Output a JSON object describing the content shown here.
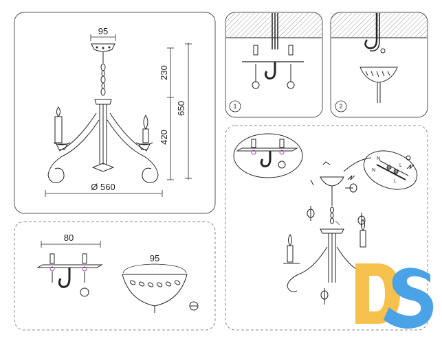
{
  "dimensions": {
    "main_top_width": "95",
    "upper_height": "230",
    "lower_height": "420",
    "total_height": "650",
    "diameter": "Ø 560",
    "plate_width": "80",
    "canopy_width": "95"
  },
  "steps": {
    "step1": "1",
    "step2": "2"
  },
  "wiring": {
    "n1": "N",
    "l1": "L",
    "n2": "N",
    "l2": "L"
  },
  "logo": {
    "text": "DS",
    "color_d": "#f6c04c",
    "color_s": "#4aa3e6"
  }
}
